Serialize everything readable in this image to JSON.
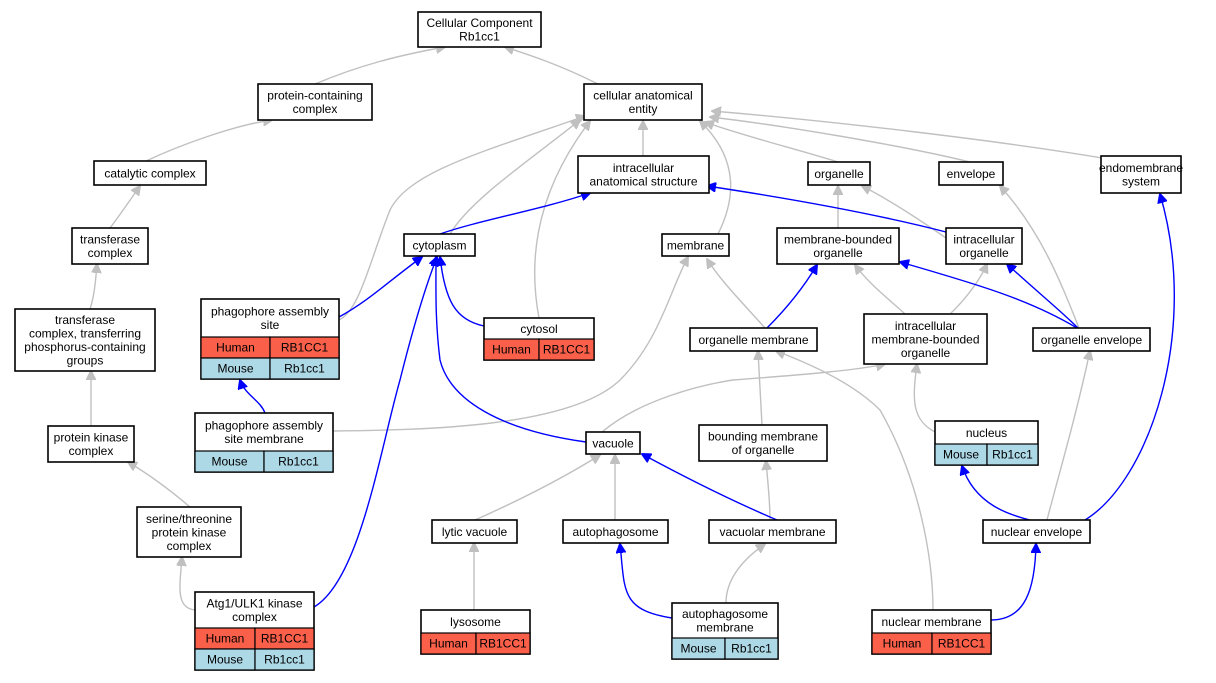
{
  "colors": {
    "human": "#fa5f4a",
    "mouse": "#add8e6",
    "edge_is_a": "#c0c0c0",
    "edge_part_of": "#0000ff"
  },
  "nodes": {
    "root": {
      "lines": [
        "Cellular Component",
        "Rb1cc1"
      ]
    },
    "protein_complex": {
      "lines": [
        "protein-containing",
        "complex"
      ]
    },
    "cellular_anatomical_entity": {
      "lines": [
        "cellular anatomical",
        "entity"
      ]
    },
    "catalytic_complex": {
      "lines": [
        "catalytic complex"
      ]
    },
    "intracellular_anatomical_structure": {
      "lines": [
        "intracellular",
        "anatomical structure"
      ]
    },
    "organelle": {
      "lines": [
        "organelle"
      ]
    },
    "envelope": {
      "lines": [
        "envelope"
      ]
    },
    "endomembrane_system": {
      "lines": [
        "endomembrane",
        "system"
      ]
    },
    "transferase_complex": {
      "lines": [
        "transferase",
        "complex"
      ]
    },
    "cytoplasm": {
      "lines": [
        "cytoplasm"
      ]
    },
    "membrane": {
      "lines": [
        "membrane"
      ]
    },
    "membrane_bounded_organelle": {
      "lines": [
        "membrane-bounded",
        "organelle"
      ]
    },
    "intracellular_organelle": {
      "lines": [
        "intracellular",
        "organelle"
      ]
    },
    "transferase_phospho": {
      "lines": [
        "transferase",
        "complex, transferring",
        "phosphorus-containing",
        "groups"
      ]
    },
    "phagophore_assembly_site": {
      "lines": [
        "phagophore assembly",
        "site"
      ],
      "human": [
        "Human",
        "RB1CC1"
      ],
      "mouse": [
        "Mouse",
        "Rb1cc1"
      ]
    },
    "cytosol": {
      "lines": [
        "cytosol"
      ],
      "human": [
        "Human",
        "RB1CC1"
      ]
    },
    "organelle_membrane": {
      "lines": [
        "organelle membrane"
      ]
    },
    "intracellular_mb_organelle": {
      "lines": [
        "intracellular",
        "membrane-bounded",
        "organelle"
      ]
    },
    "organelle_envelope": {
      "lines": [
        "organelle envelope"
      ]
    },
    "phagophore_site_membrane": {
      "lines": [
        "phagophore assembly",
        "site membrane"
      ],
      "mouse": [
        "Mouse",
        "Rb1cc1"
      ]
    },
    "protein_kinase_complex": {
      "lines": [
        "protein kinase",
        "complex"
      ]
    },
    "vacuole": {
      "lines": [
        "vacuole"
      ]
    },
    "bounding_membrane": {
      "lines": [
        "bounding membrane",
        "of organelle"
      ]
    },
    "nucleus": {
      "lines": [
        "nucleus"
      ],
      "mouse": [
        "Mouse",
        "Rb1cc1"
      ]
    },
    "ser_thr_kinase_complex": {
      "lines": [
        "serine/threonine",
        "protein kinase",
        "complex"
      ]
    },
    "lytic_vacuole": {
      "lines": [
        "lytic vacuole"
      ]
    },
    "autophagosome": {
      "lines": [
        "autophagosome"
      ]
    },
    "vacuolar_membrane": {
      "lines": [
        "vacuolar membrane"
      ]
    },
    "nuclear_envelope": {
      "lines": [
        "nuclear envelope"
      ]
    },
    "atg1_complex": {
      "lines": [
        "Atg1/ULK1 kinase",
        "complex"
      ],
      "human": [
        "Human",
        "RB1CC1"
      ],
      "mouse": [
        "Mouse",
        "Rb1cc1"
      ]
    },
    "lysosome": {
      "lines": [
        "lysosome"
      ],
      "human": [
        "Human",
        "RB1CC1"
      ]
    },
    "autophagosome_membrane": {
      "lines": [
        "autophagosome",
        "membrane"
      ],
      "mouse": [
        "Mouse",
        "Rb1cc1"
      ]
    },
    "nuclear_membrane": {
      "lines": [
        "nuclear membrane"
      ],
      "human": [
        "Human",
        "RB1CC1"
      ]
    }
  }
}
